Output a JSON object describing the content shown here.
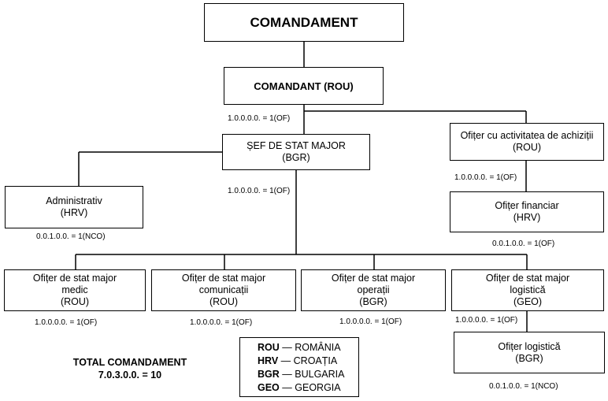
{
  "boxes": {
    "comandament": "COMANDAMENT",
    "comandant": {
      "title": "COMANDANT",
      "code": "(ROU)"
    },
    "sef_stat_major": {
      "title": "ȘEF DE STAT MAJOR",
      "code": "(BGR)"
    },
    "administrativ": {
      "title": "Administrativ",
      "code": "(HRV)"
    },
    "achizitii": {
      "title": "Ofițer cu activitatea de achiziții",
      "code": "(ROU)"
    },
    "financiar": {
      "title": "Ofițer financiar",
      "code": "(HRV)"
    },
    "medic": {
      "line1": "Ofițer de stat major",
      "line2": "medic",
      "code": "(ROU)"
    },
    "comunicatii": {
      "line1": "Ofițer de stat major",
      "line2": "comunicații",
      "code": "(ROU)"
    },
    "operatii": {
      "line1": "Ofițer de stat major",
      "line2": "operații",
      "code": "(BGR)"
    },
    "logistica": {
      "line1": "Ofițer de stat major",
      "line2": "logistică",
      "code": "(GEO)"
    },
    "ofiter_logistica": {
      "title": "Ofițer logistică",
      "code": "(BGR)"
    }
  },
  "notes": {
    "comandant": "1.0.0.0.0. = 1(OF)",
    "sef": "1.0.0.0.0. = 1(OF)",
    "administrativ": "0.0.1.0.0. = 1(NCO)",
    "achizitii": "1.0.0.0.0. = 1(OF)",
    "financiar": "0.0.1.0.0. = 1(OF)",
    "medic": "1.0.0.0.0. = 1(OF)",
    "comunicatii": "1.0.0.0.0. = 1(OF)",
    "operatii": "1.0.0.0.0. = 1(OF)",
    "logistica": "1.0.0.0.0. = 1(OF)",
    "ofiter_logistica": "0.0.1.0.0. = 1(NCO)"
  },
  "total": {
    "label": "TOTAL COMANDAMENT",
    "value": "7.0.3.0.0. = 10"
  },
  "legend": [
    {
      "code": "ROU",
      "name": "ROMÂNIA"
    },
    {
      "code": "HRV",
      "name": "CROAȚIA"
    },
    {
      "code": "BGR",
      "name": "BULGARIA"
    },
    {
      "code": "GEO",
      "name": "GEORGIA"
    }
  ],
  "legend_separator": "—"
}
